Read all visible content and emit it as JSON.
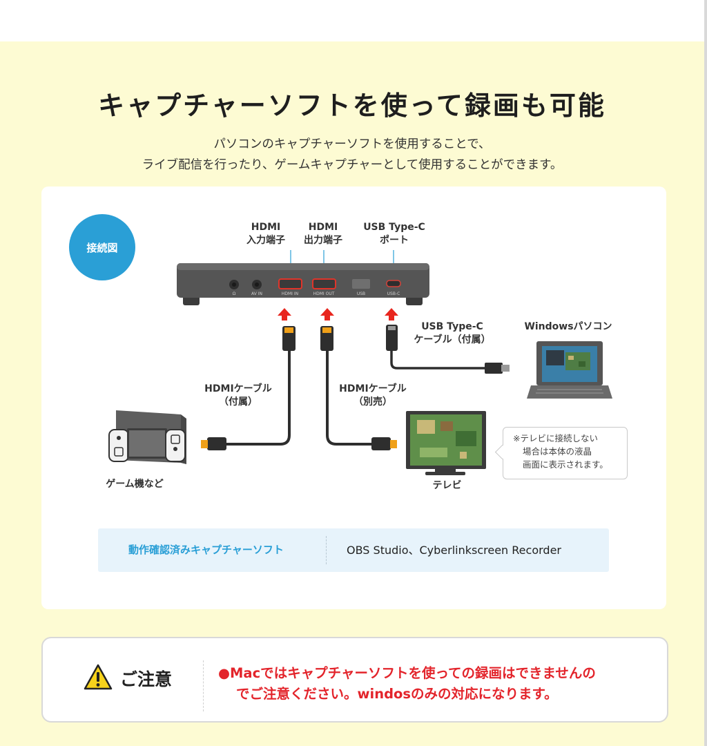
{
  "header": {
    "title": "キャプチャーソフトを使って録画も可能",
    "subtitle_lines": [
      "パソコンのキャプチャーソフトを使用することで、",
      "ライブ配信を行ったり、ゲームキャプチャーとして使用することができます。"
    ]
  },
  "diagram": {
    "badge": "接続図",
    "port_labels": {
      "hdmi_in": [
        "HDMI",
        "入力端子"
      ],
      "hdmi_out": [
        "HDMI",
        "出力端子"
      ],
      "usb_c": [
        "USB Type-C",
        "ポート"
      ]
    },
    "device_port_marks": [
      "Ω",
      "AV IN",
      "HDMI IN",
      "HDMI OUT",
      "USB",
      "USB-C"
    ],
    "cables": {
      "usb_c_cable": [
        "USB Type-C",
        "ケーブル（付属）"
      ],
      "hdmi_included": [
        "HDMIケーブル",
        "（付属）"
      ],
      "hdmi_sold_separately": [
        "HDMIケーブル",
        "（別売）"
      ]
    },
    "devices": {
      "game_console": "ゲーム機など",
      "tv": "テレビ",
      "pc": "Windowsパソコン"
    },
    "note_lines": [
      "※テレビに接続しない",
      "場合は本体の液晶",
      "画面に表示されます。"
    ],
    "software": {
      "label": "動作確認済みキャプチャーソフト",
      "value": "OBS Studio、Cyberlinkscreen Recorder"
    },
    "colors": {
      "accent_blue": "#2a9fd6",
      "arrow_red": "#e8261e",
      "connector_orange": "#f0a018",
      "device_gray": "#545454"
    }
  },
  "caution": {
    "icon": "warning-triangle-icon",
    "heading": "ご注意",
    "lines": [
      "●Macではキャプチャーソフトを使っての録画はできませんの",
      "でご注意ください。windosのみの対応になります。"
    ],
    "color": "#e3242b"
  }
}
